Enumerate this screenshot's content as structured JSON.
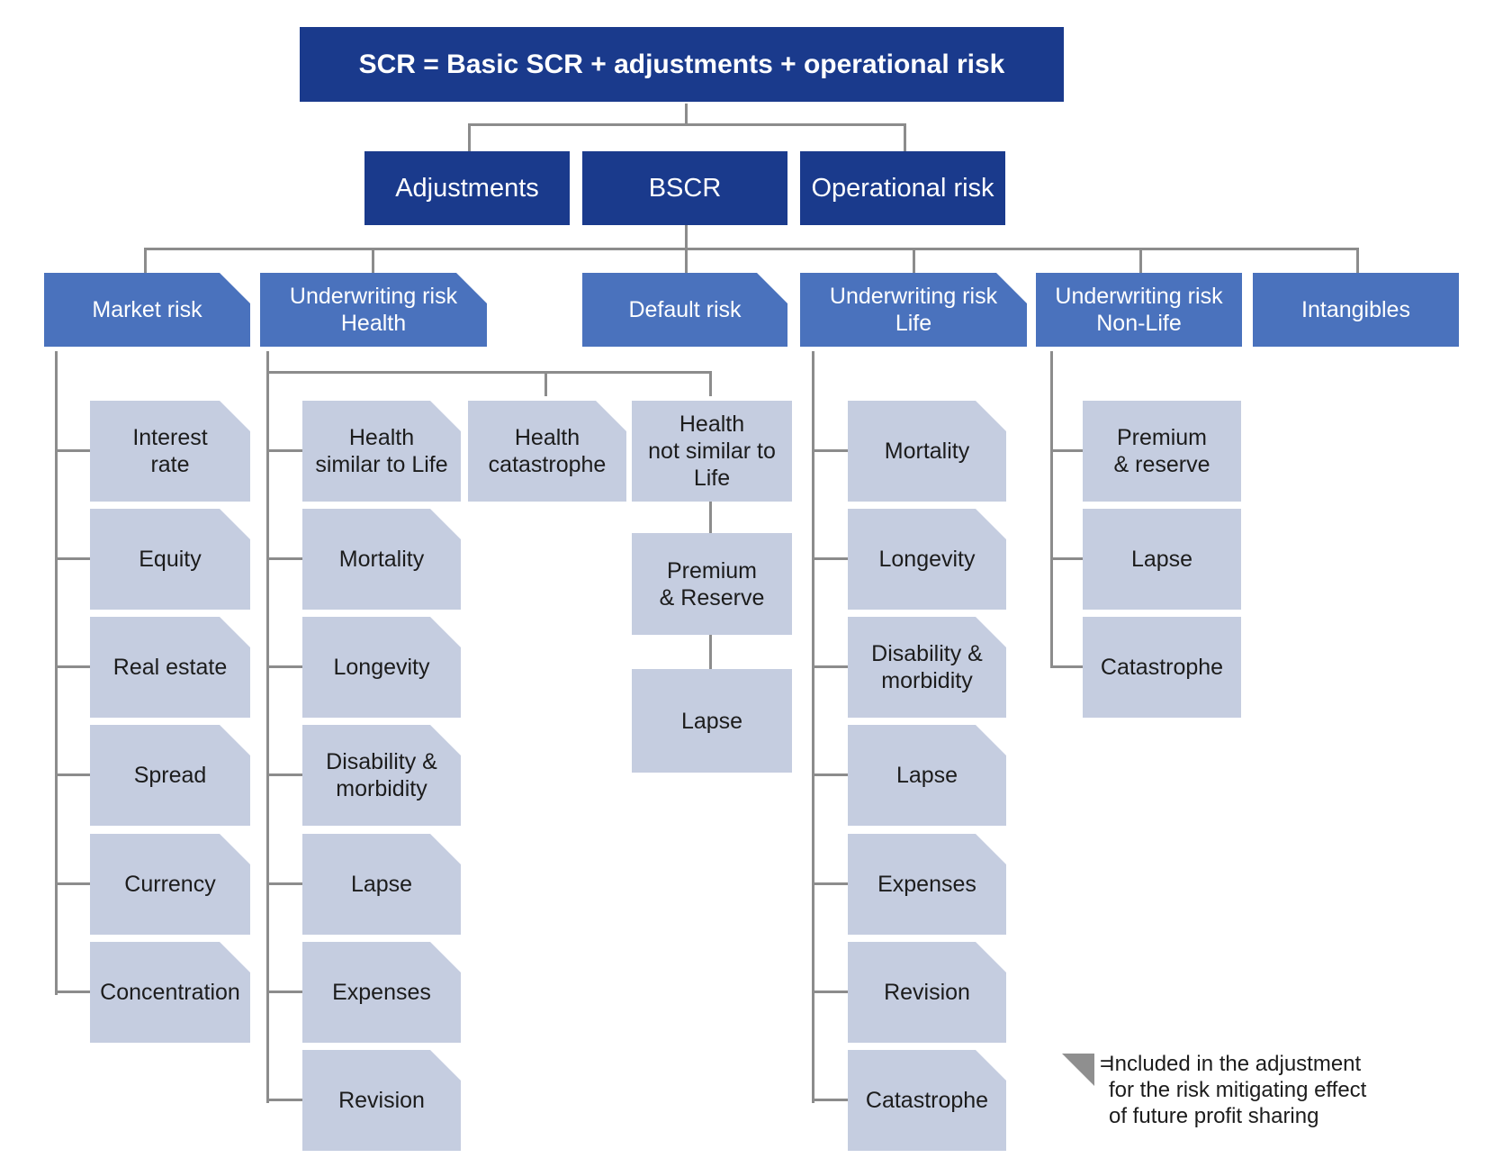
{
  "top": {
    "label": "SCR = Basic SCR + adjustments + operational risk"
  },
  "level1": {
    "adjustments": "Adjustments",
    "bscr": "BSCR",
    "operational": "Operational risk"
  },
  "modules": {
    "market": "Market risk",
    "uw_health": "Underwriting risk\nHealth",
    "default": "Default risk",
    "uw_life": "Underwriting risk\nLife",
    "uw_nonlife": "Underwriting risk\nNon-Life",
    "intangibles": "Intangibles"
  },
  "market_subs": [
    "Interest\nrate",
    "Equity",
    "Real estate",
    "Spread",
    "Currency",
    "Concentration"
  ],
  "health_groups": {
    "similar_to_life": "Health\nsimilar to Life",
    "catastrophe": "Health\ncatastrophe",
    "not_similar": "Health\nnot similar to\nLife"
  },
  "health_slt_subs": [
    "Mortality",
    "Longevity",
    "Disability &\nmorbidity",
    "Lapse",
    "Expenses",
    "Revision"
  ],
  "health_nslt_subs": [
    "Premium\n& Reserve",
    "Lapse"
  ],
  "life_subs": [
    "Mortality",
    "Longevity",
    "Disability &\nmorbidity",
    "Lapse",
    "Expenses",
    "Revision",
    "Catastrophe"
  ],
  "nonlife_subs": [
    "Premium\n& reserve",
    "Lapse",
    "Catastrophe"
  ],
  "legend": {
    "eq": "=",
    "text": "Included in the adjustment\nfor the risk mitigating effect\nof future profit sharing",
    "marker_color": "#8f8f8f"
  },
  "colors": {
    "navy": "#1a3a8c",
    "module_blue": "#4a72bd",
    "sub_fill": "#c5cde0",
    "connector": "#8c8c8c"
  }
}
